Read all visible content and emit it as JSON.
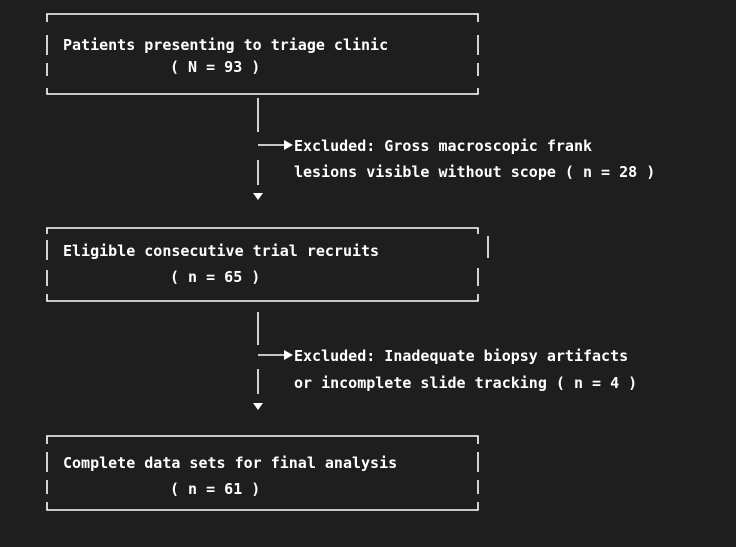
{
  "boxes": [
    {
      "line1": "Patients presenting to triage clinic",
      "line2": "( N = 93 )"
    },
    {
      "line1": "Eligible consecutive trial recruits",
      "line2": "( n = 65 )"
    },
    {
      "line1": "Complete data sets for final analysis",
      "line2": "( n = 61 )"
    }
  ],
  "exclusions": [
    {
      "line1": "Excluded: Gross macroscopic frank",
      "line2": "lesions visible without scope ( n = 28 )"
    },
    {
      "line1": "Excluded: Inadequate biopsy artifacts",
      "line2": "or incomplete slide tracking ( n = 4 )"
    }
  ],
  "colors": {
    "background": "#1e1e1e",
    "foreground": "#ffffff"
  }
}
